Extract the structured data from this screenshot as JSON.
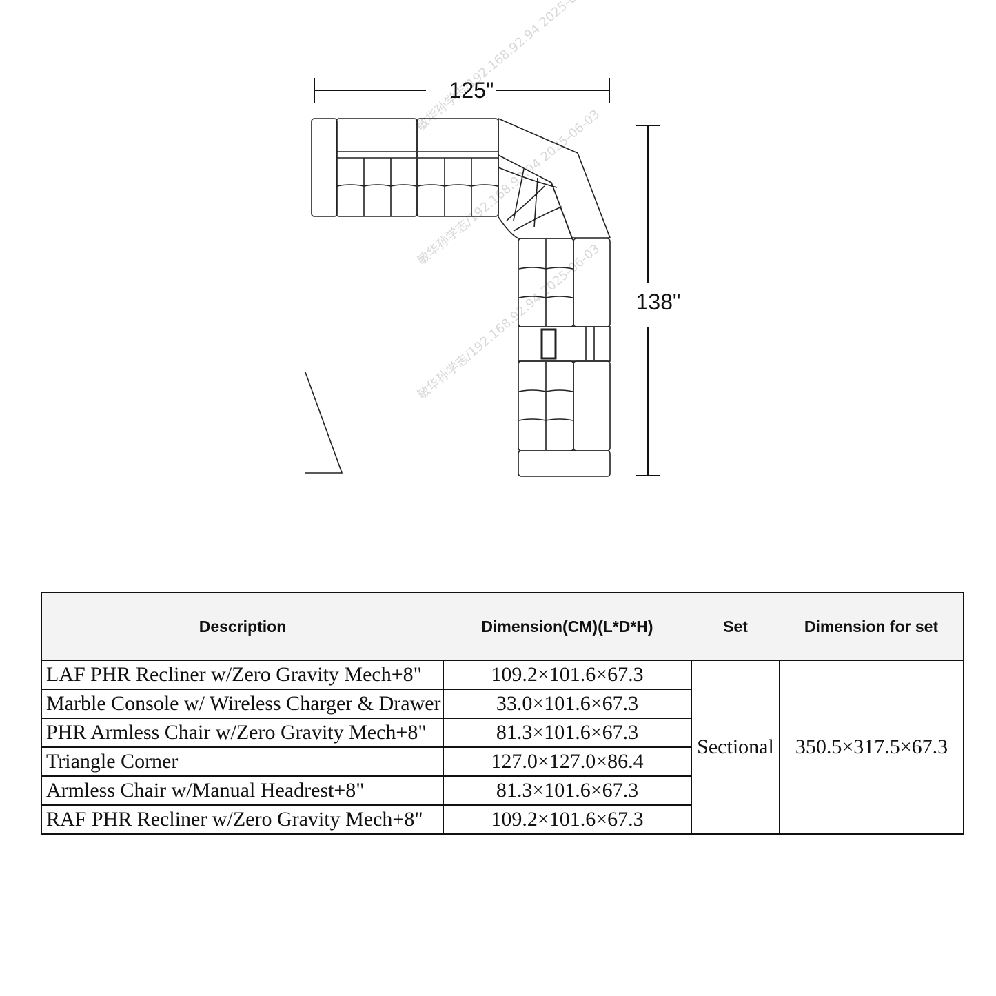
{
  "diagram": {
    "width_label": "125\"",
    "height_label": "138\"",
    "watermark": "敏华孙学志/192.168.92.94 2025-06-03"
  },
  "table": {
    "headers": [
      "Description",
      "Dimension(CM)(L*D*H)",
      "Set",
      "Dimension for set"
    ],
    "rows": [
      {
        "description": "LAF PHR Recliner w/Zero Gravity Mech+8\"",
        "dimension": "109.2×101.6×67.3"
      },
      {
        "description": "Marble Console w/ Wireless Charger & Drawer",
        "dimension": "33.0×101.6×67.3"
      },
      {
        "description": "PHR Armless Chair w/Zero Gravity Mech+8\"",
        "dimension": "81.3×101.6×67.3"
      },
      {
        "description": "Triangle Corner",
        "dimension": "127.0×127.0×86.4"
      },
      {
        "description": "Armless Chair w/Manual Headrest+8\"",
        "dimension": "81.3×101.6×67.3"
      },
      {
        "description": "RAF PHR Recliner w/Zero Gravity Mech+8\"",
        "dimension": "109.2×101.6×67.3"
      }
    ],
    "set": "Sectional",
    "set_dimension": "350.5×317.5×67.3"
  }
}
